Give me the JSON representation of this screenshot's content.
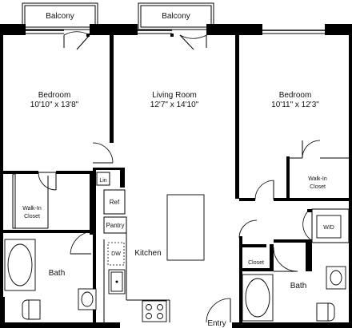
{
  "plan": {
    "rooms": {
      "balcony_left": "Balcony",
      "balcony_right": "Balcony",
      "bedroom_left": {
        "name": "Bedroom",
        "size": "10'10\" x 13'8\""
      },
      "living_room": {
        "name": "Living Room",
        "size": "12'7\" x 14'10\""
      },
      "bedroom_right": {
        "name": "Bedroom",
        "size": "10'11\" x 12'3\""
      },
      "walkin_left": {
        "line1": "Walk-In",
        "line2": "Closet"
      },
      "walkin_right": {
        "line1": "Walk-In",
        "line2": "Closet"
      },
      "linen": "Lin",
      "ref": "Ref",
      "pantry": "Pantry",
      "dw": "DW",
      "kitchen": "Kitchen",
      "wd": "W/D",
      "closet": "Closet",
      "bath_left": "Bath",
      "bath_right": "Bath",
      "entry": "Entry"
    }
  }
}
